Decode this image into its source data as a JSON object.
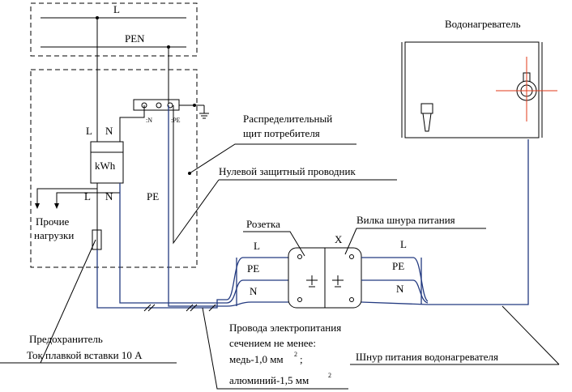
{
  "labels": {
    "L_top": "L",
    "PEN": "PEN",
    "water_heater": "Водонагреватель",
    "distribution_board_1": "Распределительный",
    "distribution_board_2": "щит потребителя",
    "meter_L": "L",
    "meter_N": "N",
    "terminal_N": ":N",
    "terminal_PE": ":PE",
    "meter": "kWh",
    "neutral_protective": "Нулевой защитный проводник",
    "L_out": "L",
    "N_out": "N",
    "PE_board": "PE",
    "other_loads_1": "Прочие",
    "other_loads_2": "нагрузки",
    "socket": "Розетка",
    "plug": "Вилка шнура питания",
    "X": "X",
    "socket_L": "L",
    "socket_PE": "PE",
    "socket_N": "N",
    "plug_L": "L",
    "plug_PE": "PE",
    "plug_N": "N",
    "fuse_1": "Предохранитель",
    "fuse_2": "Ток плавкой вставки 10 А",
    "wires_1": "Провода электропитания",
    "wires_2": "сечением не менее:",
    "wires_3": "медь-1,0 мм",
    "wires_3_sup": "2",
    "wires_3_end": " ;",
    "wires_4": "алюминий-1,5 мм",
    "wires_4_sup": "2",
    "heater_cord": "Шнур питания водонагревателя"
  }
}
